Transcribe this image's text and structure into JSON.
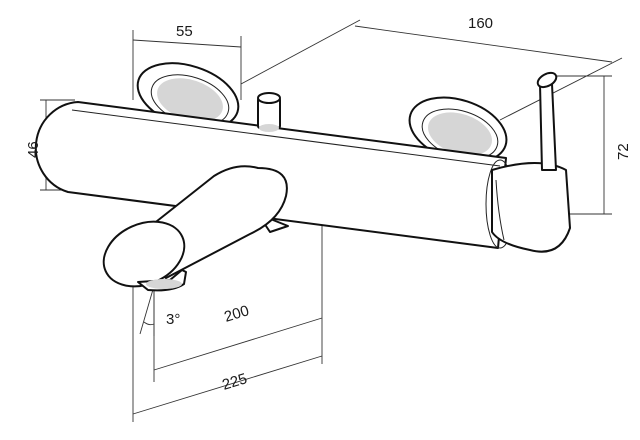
{
  "diagram": {
    "subject": "wall-mounted bath mixer faucet with spout and lever handle",
    "dimensions": {
      "wall_flange_spacing": "55",
      "body_width": "160",
      "body_height": "46",
      "handle_height": "72",
      "spout_reach": "200",
      "overall_reach": "225",
      "spout_angle": "3°"
    }
  }
}
